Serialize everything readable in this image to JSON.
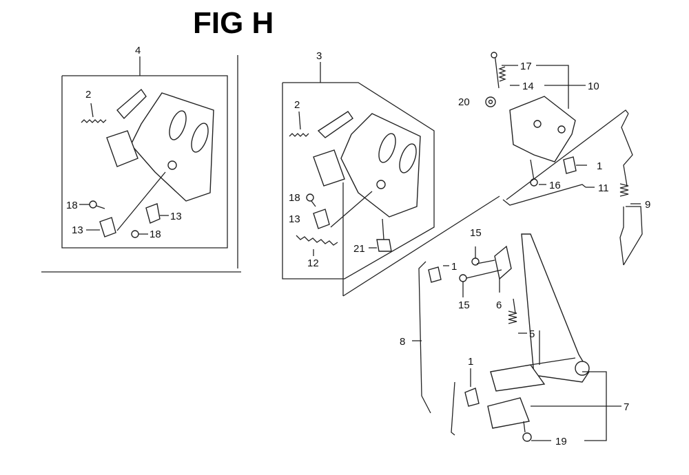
{
  "figure": {
    "title": "FIG H"
  },
  "callouts": [
    {
      "id": "c4",
      "text": "4"
    },
    {
      "id": "c2a",
      "text": "2"
    },
    {
      "id": "c18a",
      "text": "18"
    },
    {
      "id": "c13a",
      "text": "13"
    },
    {
      "id": "c13b",
      "text": "13"
    },
    {
      "id": "c18b",
      "text": "18"
    },
    {
      "id": "c3",
      "text": "3"
    },
    {
      "id": "c2b",
      "text": "2"
    },
    {
      "id": "c18c",
      "text": "18"
    },
    {
      "id": "c13c",
      "text": "13"
    },
    {
      "id": "c12",
      "text": "12"
    },
    {
      "id": "c21",
      "text": "21"
    },
    {
      "id": "c17",
      "text": "17"
    },
    {
      "id": "c14",
      "text": "14"
    },
    {
      "id": "c10",
      "text": "10"
    },
    {
      "id": "c20",
      "text": "20"
    },
    {
      "id": "c1a",
      "text": "1"
    },
    {
      "id": "c16",
      "text": "16"
    },
    {
      "id": "c11",
      "text": "11"
    },
    {
      "id": "c9",
      "text": "9"
    },
    {
      "id": "c15a",
      "text": "15"
    },
    {
      "id": "c1b",
      "text": "1"
    },
    {
      "id": "c15b",
      "text": "15"
    },
    {
      "id": "c6",
      "text": "6"
    },
    {
      "id": "c5",
      "text": "5"
    },
    {
      "id": "c8",
      "text": "8"
    },
    {
      "id": "c1c",
      "text": "1"
    },
    {
      "id": "c7",
      "text": "7"
    },
    {
      "id": "c19",
      "text": "19"
    }
  ]
}
